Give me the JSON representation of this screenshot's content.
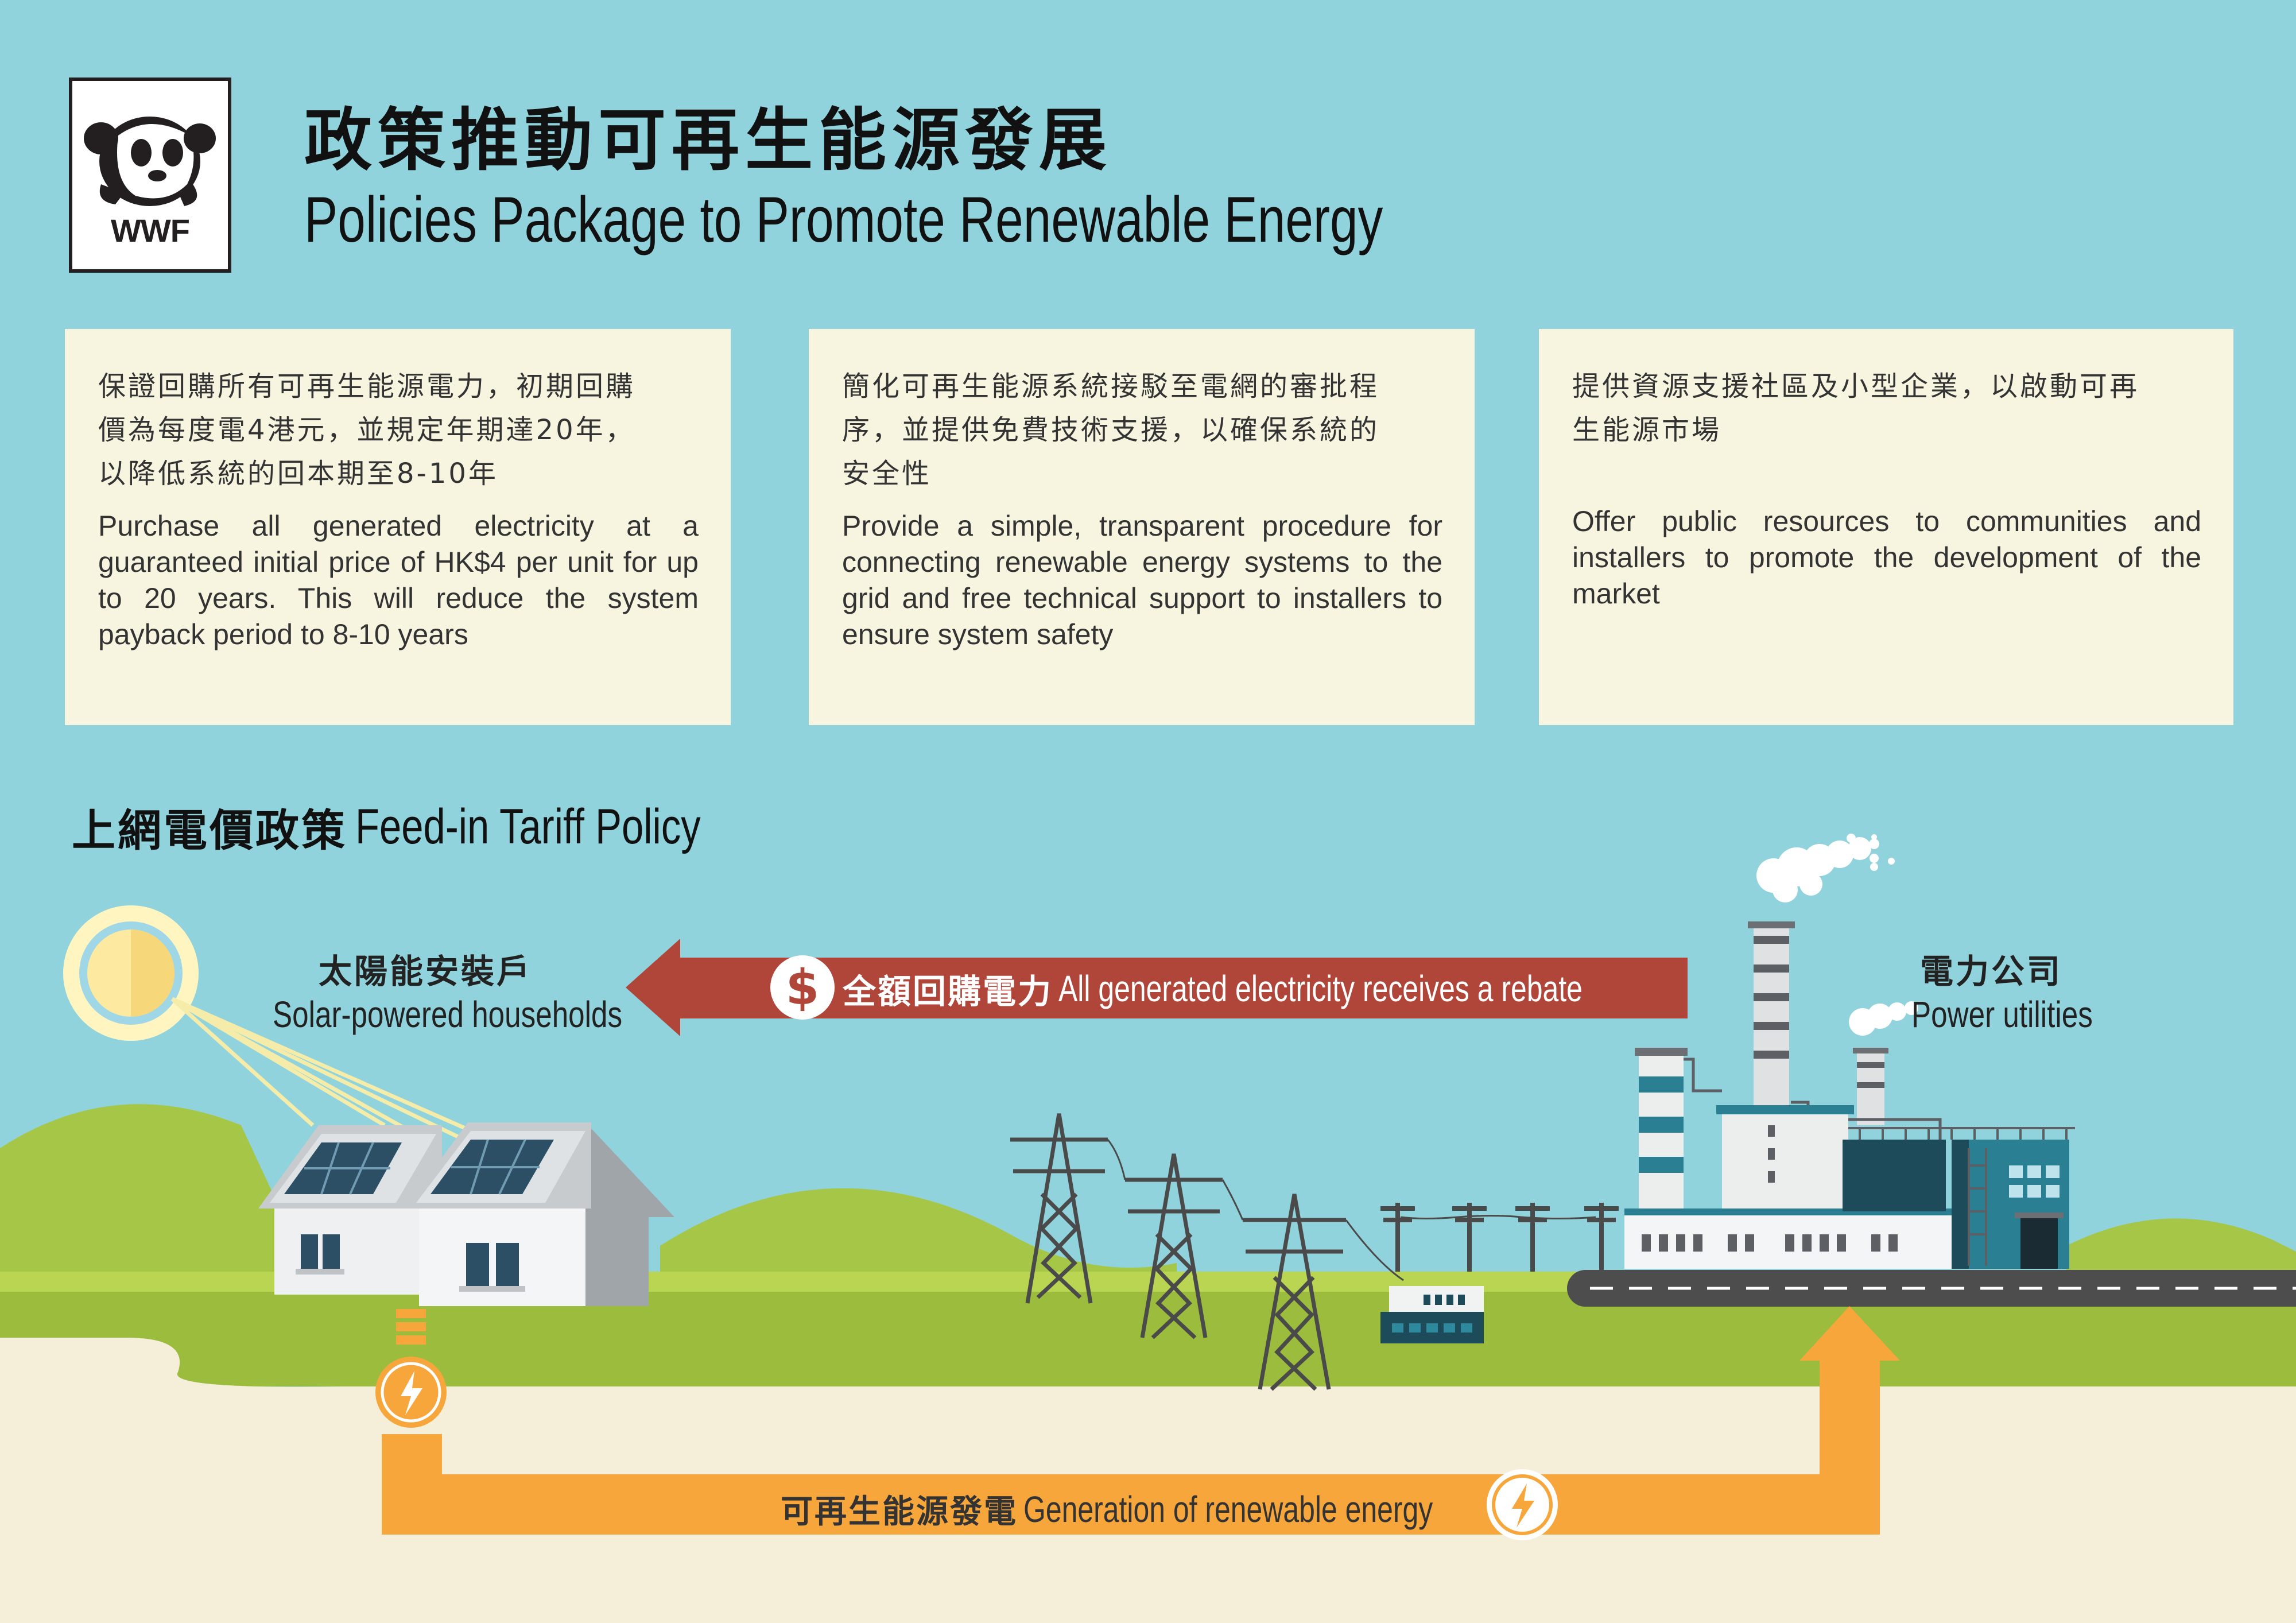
{
  "header": {
    "logo_text": "WWF",
    "title_zh": "政策推動可再生能源發展",
    "title_en": "Policies Package to Promote Renewable Energy"
  },
  "cards": [
    {
      "zh": "保證回購所有可再生能源電力，初期回購\n價為每度電4港元，並規定年期達20年，\n以降低系統的回本期至8-10年",
      "en": "Purchase all generated electricity at a guaranteed initial price of HK$4 per unit for up to 20 years. This will reduce the system payback period to 8-10 years"
    },
    {
      "zh": "簡化可再生能源系統接駁至電網的審批程\n序，並提供免費技術支援，以確保系統的\n安全性",
      "en": "Provide a simple, transparent procedure for connecting renewable energy systems to the grid and free technical support to installers to ensure system safety"
    },
    {
      "zh": "提供資源支援社區及小型企業，以啟動可再\n生能源市場",
      "en": "Offer public resources to communities and installers to promote the development of the market"
    }
  ],
  "section": {
    "title_zh": "上網電價政策",
    "title_en": "Feed-in Tariff Policy"
  },
  "diagram": {
    "households_zh": "太陽能安裝戶",
    "households_en": "Solar-powered households",
    "utilities_zh": "電力公司",
    "utilities_en": "Power utilities",
    "rebate_symbol": "$",
    "rebate_zh": "全額回購電力",
    "rebate_en": "All generated electricity receives a rebate",
    "generation_zh": "可再生能源發電",
    "generation_en": "Generation of renewable energy"
  },
  "colors": {
    "sky": "#90d3dc",
    "card": "#f7f5df",
    "rebate_arrow": "#b0463a",
    "generation_arrow": "#f7a63b",
    "grass": "#8bb83e",
    "ground": "#f5efd9"
  }
}
